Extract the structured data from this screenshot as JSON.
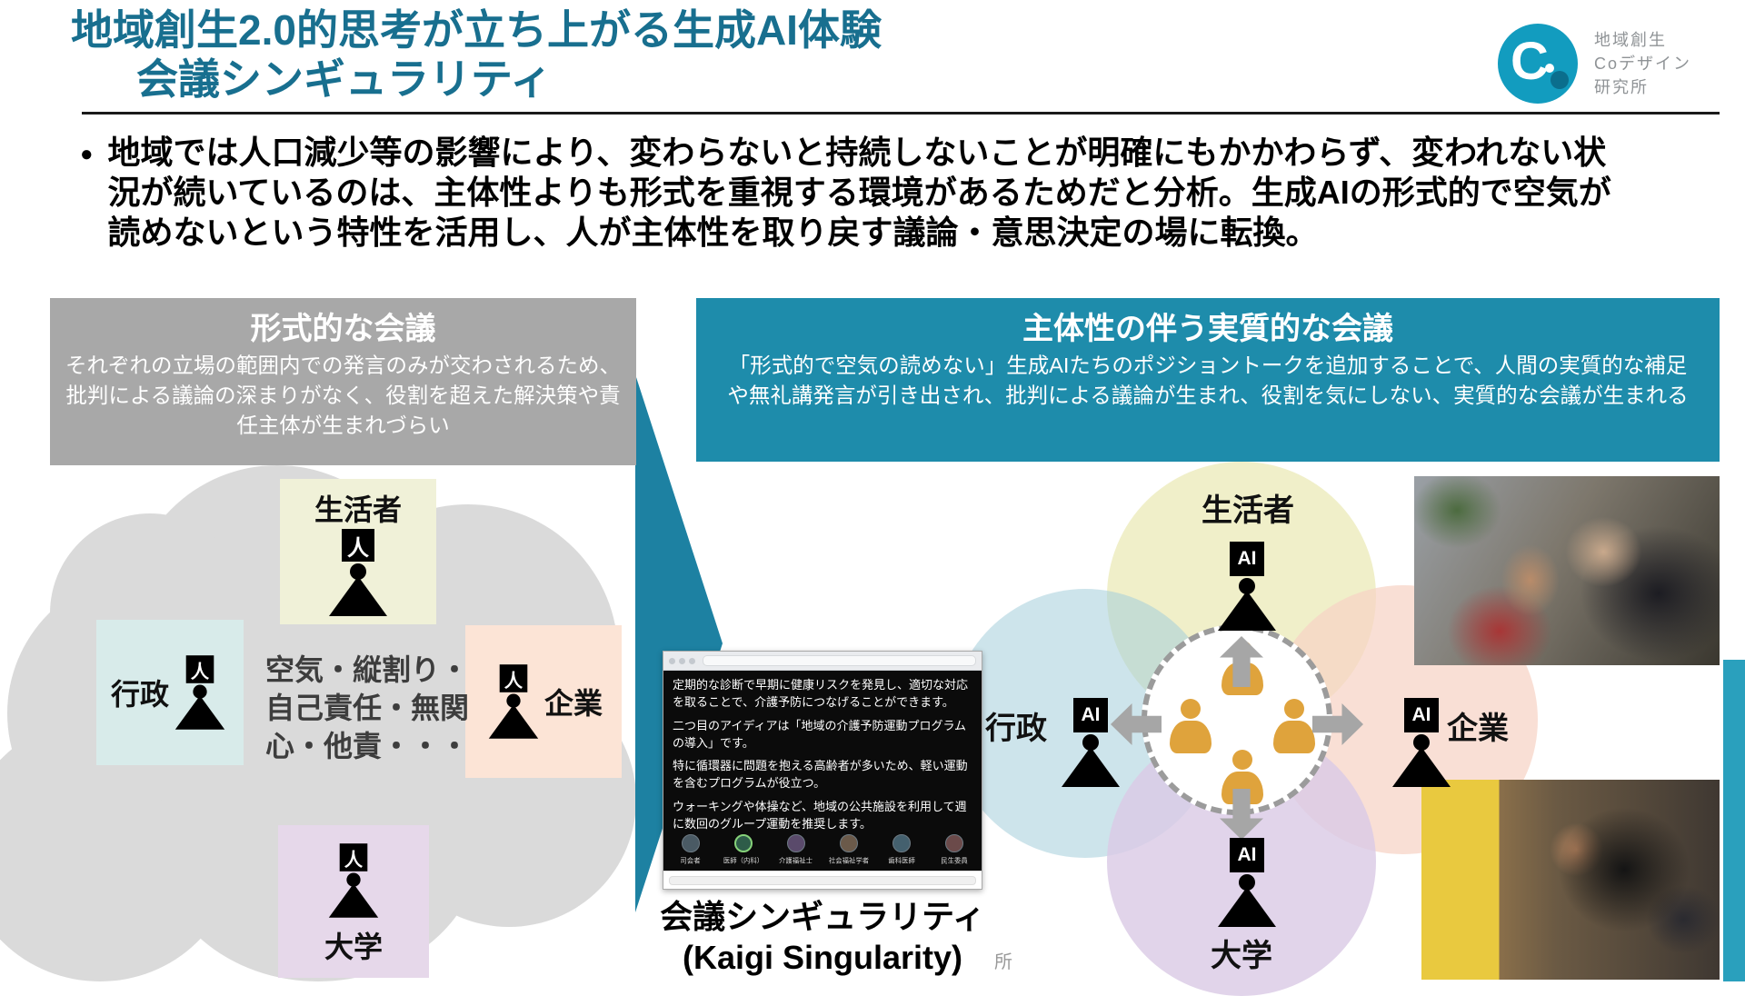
{
  "slide": {
    "title_line1": "地域創生2.0的思考が立ち上がる生成AI体験",
    "title_line2": "会議シンギュラリティ",
    "summary_bullet": "●",
    "summary_text": "地域では人口減少等の影響により、変わらないと持続しないことが明確にもかかわらず、変われない状況が続いているのは、主体性よりも形式を重視する環境があるためだと分析。生成AIの形式的で空気が読めないという特性を活用し、人が主体性を取り戻す議論・意思決定の場に転換。"
  },
  "logo": {
    "mark": "C",
    "org_line1": "地域創生",
    "org_line2": "Coデザイン",
    "org_line3": "研究所"
  },
  "left_panel": {
    "title": "形式的な会議",
    "description": "それぞれの立場の範囲内での発言のみが交わされるため、批判による議論の深まりがなく、役割を超えた解決策や責任主体が生まれづらい",
    "center_text": "空気・縦割り・自己責任・無関心・他責・・・",
    "person_glyph": "人",
    "roles": {
      "top": "生活者",
      "left": "行政",
      "right": "企業",
      "bottom": "大学"
    }
  },
  "right_panel": {
    "title": "主体性の伴う実質的な会議",
    "description": "「形式的で空気の読めない」生成AIたちのポジショントークを追加することで、人間の実質的な補足や無礼講発言が引き出され、批判による議論が生まれ、役割を気にしない、実質的な会議が生まれる",
    "ai_glyph": "AI",
    "roles": {
      "top": "生活者",
      "left": "行政",
      "right": "企業",
      "bottom": "大学"
    }
  },
  "chat": {
    "messages": [
      "定期的な診断で早期に健康リスクを発見し、適切な対応を取ることで、介護予防につなげることができます。",
      "二つ目のアイディアは「地域の介護予防運動プログラムの導入」です。",
      "特に循環器に問題を抱える高齢者が多いため、軽い運動を含むプログラムが役立つ。",
      "ウォーキングや体操など、地域の公共施設を利用して週に数回のグループ運動を推奨します。"
    ],
    "participants": [
      "司会者",
      "医師（内科）",
      "介護福祉士",
      "社会福祉学者",
      "歯科医師",
      "民生委員"
    ],
    "active_participant": "医師（内科）"
  },
  "caption": {
    "line1": "会議シンギュラリティ",
    "line2": "(Kaigi Singularity)",
    "watermark": "所"
  },
  "colors": {
    "title_teal": "#186f8f",
    "panel_teal": "#1e8cab",
    "panel_gray": "#a8a8a8",
    "accent_orange": "#dfa33c"
  }
}
